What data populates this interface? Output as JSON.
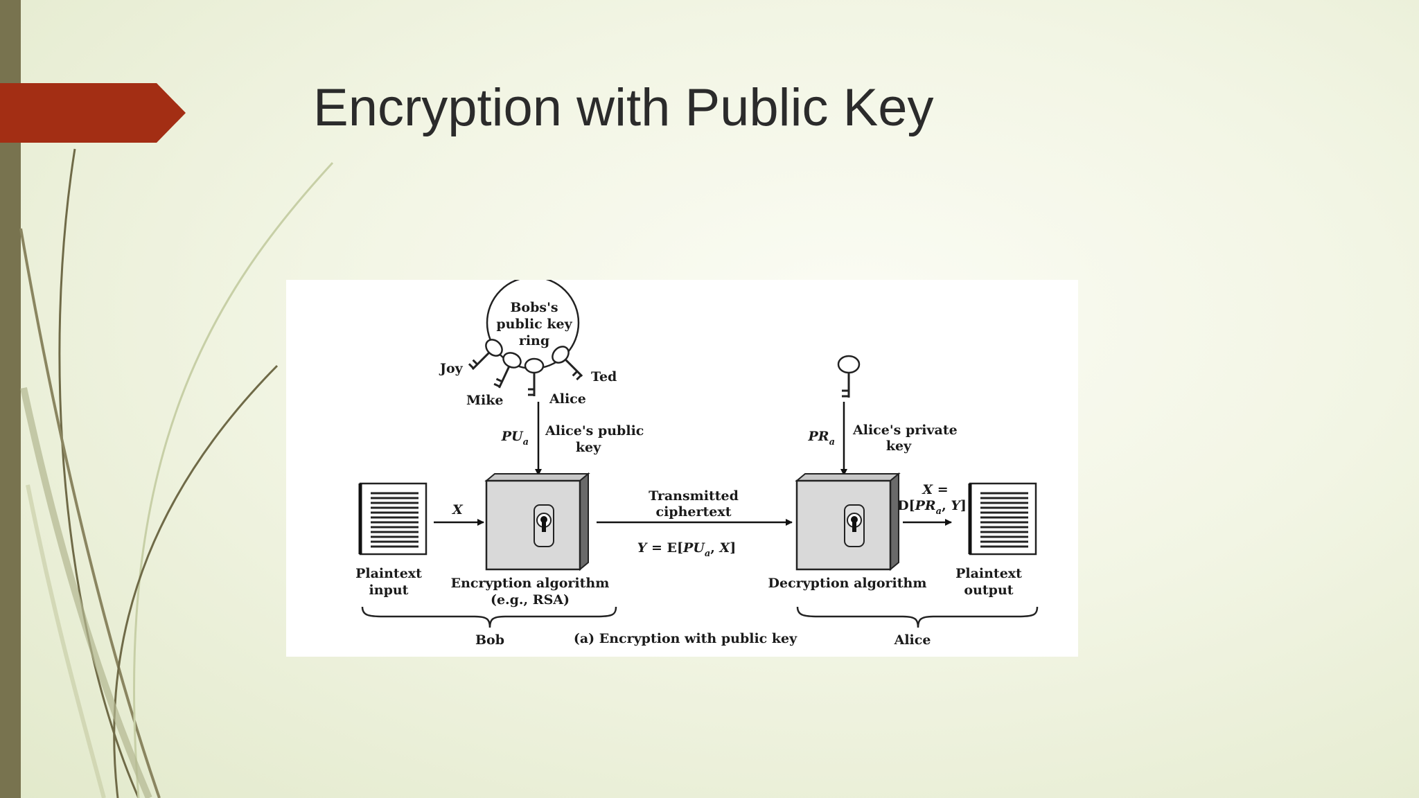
{
  "slide": {
    "title": "Encryption with Public Key",
    "colors": {
      "accent": "#a32e14",
      "side_bar": "#78734f",
      "background": "#eef2dc"
    }
  },
  "diagram": {
    "key_ring": {
      "line1": "Bobs's",
      "line2": "public key",
      "line3": "ring"
    },
    "ring_keys": [
      "Joy",
      "Mike",
      "Alice",
      "Ted"
    ],
    "public_key": {
      "symbol": "PU",
      "subscript": "a",
      "label_line1": "Alice's public",
      "label_line2": "key"
    },
    "private_key": {
      "symbol": "PR",
      "subscript": "a",
      "label_line1": "Alice's private",
      "label_line2": "key"
    },
    "input_var": "X",
    "plaintext_input": {
      "line1": "Plaintext",
      "line2": "input"
    },
    "encryption": {
      "line1": "Encryption algorithm",
      "line2": "(e.g., RSA)"
    },
    "transmitted": {
      "line1": "Transmitted",
      "line2": "ciphertext"
    },
    "ciphertext_formula": {
      "p1": "Y",
      "p2": " = E[",
      "p3": "PU",
      "p4": "a",
      "p5": ", ",
      "p6": "X",
      "p7": "]"
    },
    "decryption": {
      "label": "Decryption algorithm"
    },
    "output_formula": {
      "line1_a": "X",
      "line1_b": " =",
      "l2_a": "D[",
      "l2_b": "PR",
      "l2_c": "a",
      "l2_d": ", ",
      "l2_e": "Y",
      "l2_f": "]"
    },
    "plaintext_output": {
      "line1": "Plaintext",
      "line2": "output"
    },
    "bob": "Bob",
    "alice": "Alice",
    "caption": "(a) Encryption with public key"
  }
}
